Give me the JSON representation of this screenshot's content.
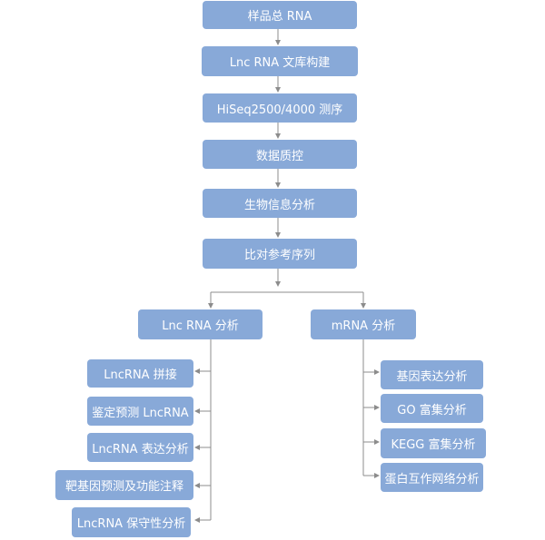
{
  "colors": {
    "node_fill": "#88a9d8",
    "node_text": "#ffffff",
    "connector": "#8c8c8c"
  },
  "pipeline": [
    "样品总 RNA",
    "Lnc RNA 文库构建",
    "HiSeq2500/4000 测序",
    "数据质控",
    "生物信息分析",
    "比对参考序列"
  ],
  "branches": {
    "lnc": {
      "label": "Lnc RNA 分析",
      "items": [
        "LncRNA 拼接",
        "鉴定预测 LncRNA",
        "LncRNA 表达分析",
        "靶基因预测及功能注释",
        "LncRNA 保守性分析"
      ]
    },
    "mrna": {
      "label": "mRNA 分析",
      "items": [
        "基因表达分析",
        "GO 富集分析",
        "KEGG 富集分析",
        "蛋白互作网络分析"
      ]
    }
  }
}
